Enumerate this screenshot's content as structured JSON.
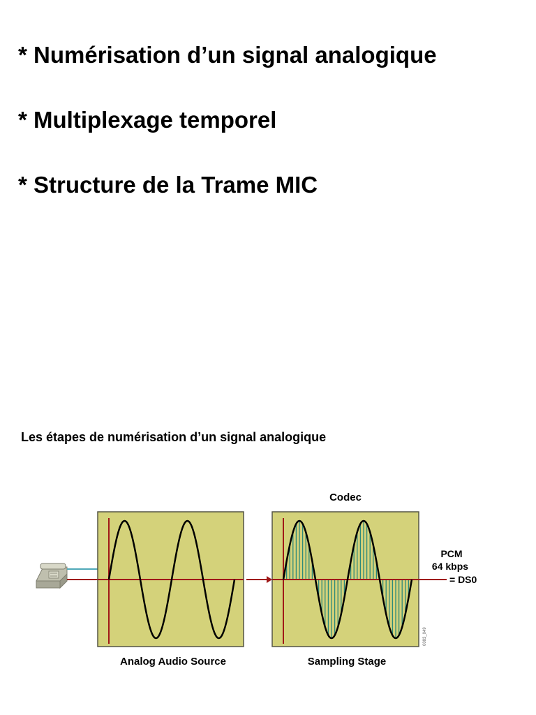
{
  "bullets": [
    "* Numérisation d’un signal analogique",
    "* Multiplexage temporel",
    "* Structure de la Trame MIC"
  ],
  "subtitle": "Les étapes de numérisation d’un signal analogique",
  "diagram": {
    "codec_label": "Codec",
    "source_label": "Analog Audio Source",
    "sampling_label": "Sampling Stage",
    "pcm_label": "PCM",
    "rate_label": "64 kbps",
    "ds0_label": "= DS0",
    "figure_code": "0083_049",
    "colors": {
      "panel_fill": "#d4d27a",
      "panel_border": "#555544",
      "axis": "#a01818",
      "wave": "#000000",
      "samples": "#2e8a7a",
      "phone": "#bfbfae"
    },
    "icons": [
      "telephone-icon",
      "arrow-right-icon"
    ]
  }
}
